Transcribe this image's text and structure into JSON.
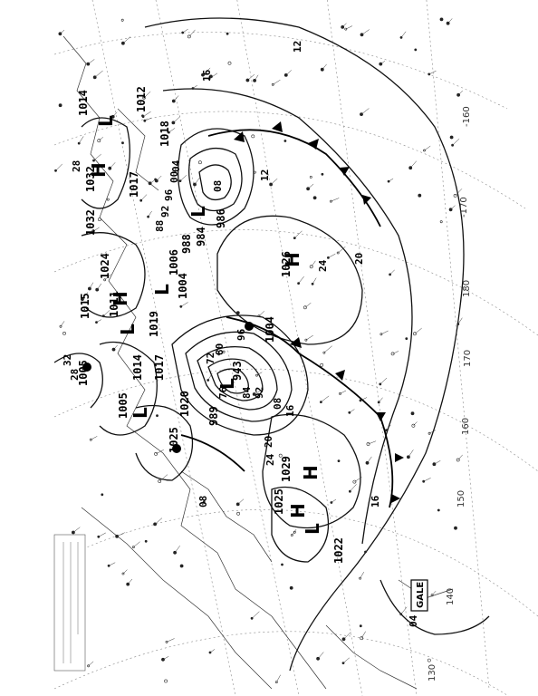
{
  "chart": {
    "lon_labels": [
      "130",
      "140",
      "150",
      "160",
      "170",
      "180",
      "-170",
      "-160"
    ],
    "highs": [
      "H",
      "H",
      "H",
      "H",
      "H"
    ],
    "lows": [
      "L",
      "L",
      "L",
      "L",
      "L",
      "L",
      "L"
    ],
    "pressure_labels": [
      "1032",
      "1032",
      "1014",
      "1012",
      "1018",
      "1017",
      "1024",
      "1015",
      "1011",
      "1019",
      "1006",
      "1004",
      "986",
      "984",
      "988",
      "1026",
      "1004",
      "1005",
      "1005",
      "1014",
      "1017",
      "1020",
      "1025",
      "989",
      "943",
      "1029",
      "1025",
      "1022"
    ],
    "iso_labels": [
      "12",
      "16",
      "20",
      "24",
      "08",
      "04",
      "00",
      "96",
      "92",
      "88",
      "84",
      "80",
      "76",
      "72",
      "28",
      "32"
    ],
    "gale_label": "GALE",
    "colors": {
      "ink": "#000000",
      "grid": "#888888",
      "paper": "#ffffff"
    }
  }
}
